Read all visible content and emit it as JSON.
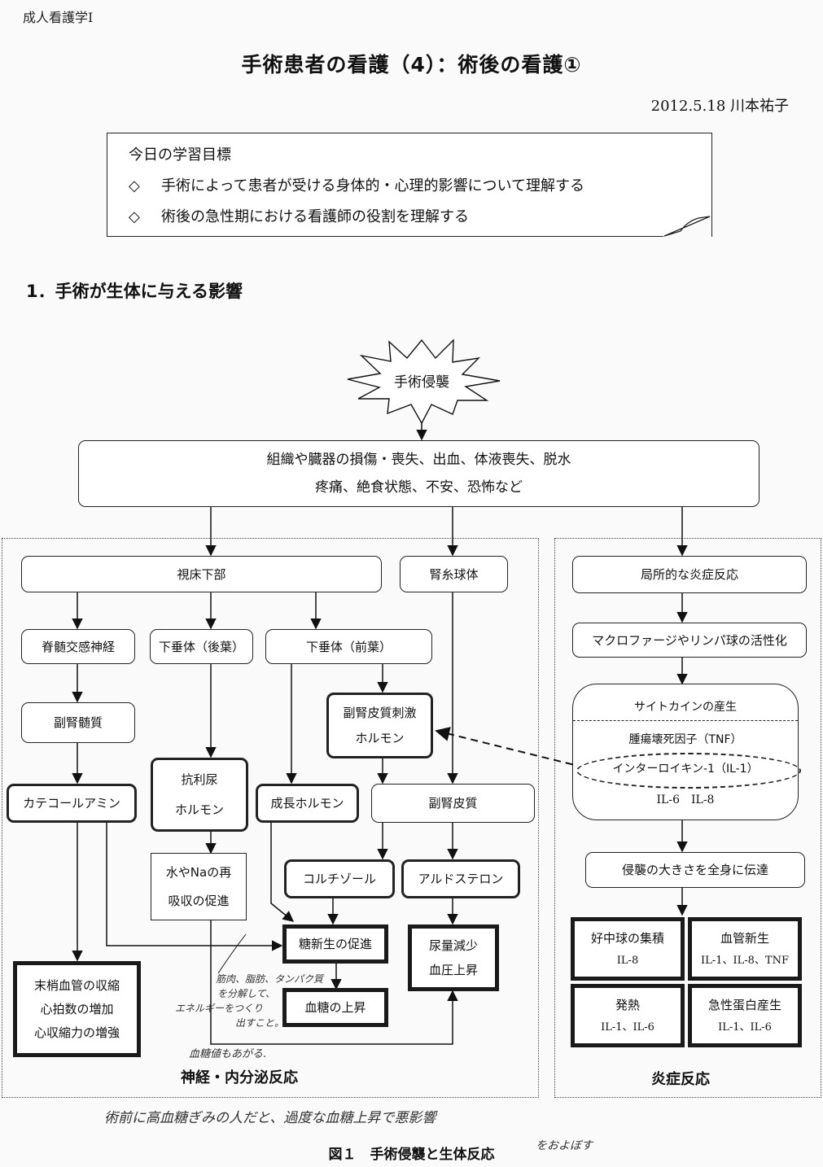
{
  "header": {
    "course": "成人看護学Ⅰ",
    "title": "手術患者の看護（4）：術後の看護①",
    "date_author": "2012.5.18 川本祐子"
  },
  "goals": {
    "heading": "今日の学習目標",
    "bullet_symbol": "◇",
    "items": [
      "手術によって患者が受ける身体的・心理的影響について理解する",
      "術後の急性期における看護師の役割を理解する"
    ]
  },
  "section1": {
    "heading": "1．手術が生体に与える影響"
  },
  "diagram": {
    "trigger": "手術侵襲",
    "effects": {
      "line1": "組織や臓器の損傷・喪失、出血、体液喪失、脱水",
      "line2": "疼痛、絶食状態、不安、恐怖など"
    },
    "neuro_endocrine": {
      "panel_label": "神経・内分泌反応",
      "hypothalamus": "視床下部",
      "glomerulus": "腎糸球体",
      "spinal_sympathetic": "脊髄交感神経",
      "posterior_pituitary": "下垂体（後葉）",
      "anterior_pituitary": "下垂体（前葉）",
      "adrenal_medulla": "副腎髄質",
      "acth_line1": "副腎皮質刺激",
      "acth_line2": "ホルモン",
      "catecholamine": "カテコールアミン",
      "adh_line1": "抗利尿",
      "adh_line2": "ホルモン",
      "growth_hormone": "成長ホルモン",
      "adrenal_cortex": "副腎皮質",
      "reabsorption_line1": "水やNaの再",
      "reabsorption_line2": "吸収の促進",
      "cortisol": "コルチゾール",
      "aldosterone": "アルドステロン",
      "gluconeogenesis": "糖新生の促進",
      "blood_sugar": "血糖の上昇",
      "urine_bp_line1": "尿量減少",
      "urine_bp_line2": "血圧上昇",
      "cardio_line1": "末梢血管の収縮",
      "cardio_line2": "心拍数の増加",
      "cardio_line3": "心収縮力の増強"
    },
    "inflammatory": {
      "panel_label": "炎症反応",
      "local_inflammation": "局所的な炎症反応",
      "activation": "マクロファージやリンパ球の活性化",
      "cytokine_title": "サイトカインの産生",
      "tnf": "腫瘍壊死因子（TNF）",
      "il1": "インターロイキン-1（IL-1）",
      "il6_il8": "IL-6　IL-8",
      "transmit": "侵襲の大きさを全身に伝達",
      "outcomes": [
        {
          "name": "好中球の集積",
          "mediators": "IL-8"
        },
        {
          "name": "血管新生",
          "mediators": "IL-1、IL-8、TNF"
        },
        {
          "name": "発熱",
          "mediators": "IL-1、IL-6"
        },
        {
          "name": "急性蛋白産生",
          "mediators": "IL-1、IL-6"
        }
      ]
    },
    "handwritten": {
      "note_gluconeo_1": "筋肉、脂肪、タンパク質",
      "note_gluconeo_2": "を分解して、",
      "note_gluconeo_3": "エネルギーをつくり",
      "note_gluconeo_4": "出すこと。",
      "note_bloodsugar": "血糖値もあがる.",
      "note_bottom": "術前に高血糖ぎみの人だと、過度な血糖上昇で悪影響",
      "note_bottom_2": "をおよぼす"
    },
    "caption": "図１　手術侵襲と生体反応"
  }
}
